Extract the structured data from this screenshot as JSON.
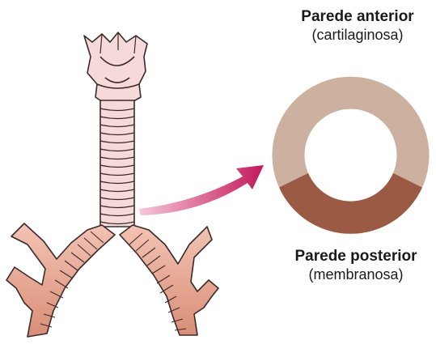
{
  "labels": {
    "anterior_title": "Parede anterior",
    "anterior_subtitle": "(cartilaginosa)",
    "posterior_title": "Parede posterior",
    "posterior_subtitle": "(membranosa)"
  },
  "colors": {
    "background": "#ffffff",
    "trachea_fill": "#f6d9d9",
    "trachea_stroke": "#3b2a2a",
    "bronchi_fill": "#e7a693",
    "arrow_start": "#f7c8d8",
    "arrow_end": "#c2185b",
    "ring_cartilage": "#ccb1a1",
    "ring_membrane": "#9b5a43"
  },
  "icons": {
    "arrow": "curved-arrow-icon"
  }
}
